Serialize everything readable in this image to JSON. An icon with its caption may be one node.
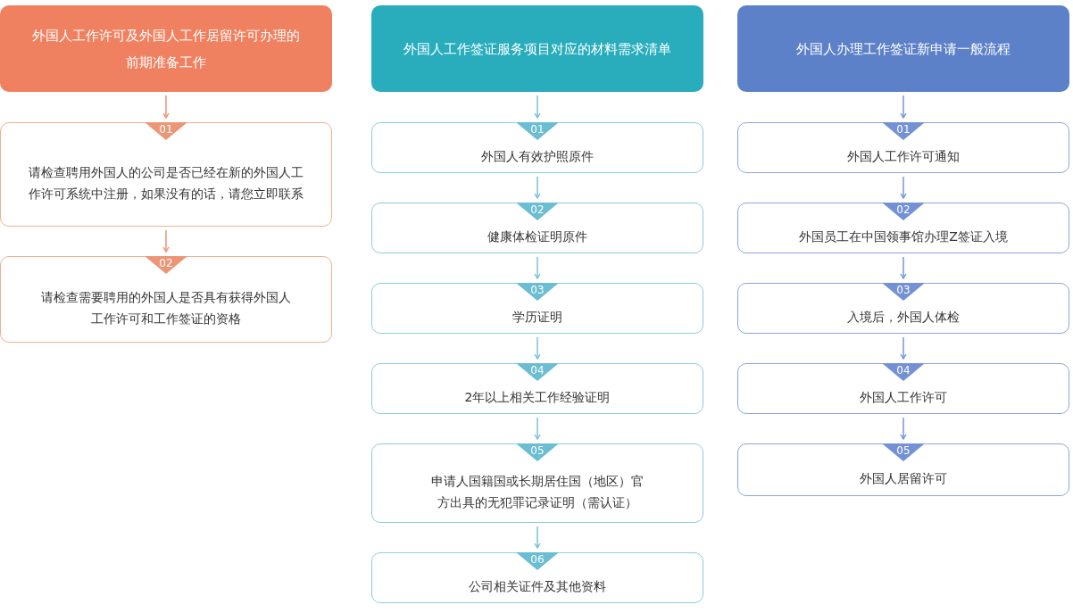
{
  "diagram": {
    "nodes": [
      {
        "text": [
          "外国人工作许可及外国人工作居留许可办理的前期准备工作"
        ]
      },
      {
        "text": [
          "01",
          "请检查聘用外国人的公司是否已经在新的外国人工作许可系统中注册，如果没有的话，请您立即联系"
        ]
      },
      {
        "text": [
          "02",
          "请检查需要聘用的外国人是否具有获得外国人工作许可和工作签证的资格"
        ]
      },
      {
        "text": [
          "外国人工作签证服务项目对应的材料需求清单"
        ]
      },
      {
        "text": [
          "01",
          "外国人有效护照原件"
        ]
      },
      {
        "text": [
          "02",
          "健康体检证明原件"
        ]
      },
      {
        "text": [
          "03",
          "学历证明"
        ]
      },
      {
        "text": [
          "04",
          "2年以上相关工作经验证明"
        ]
      },
      {
        "text": [
          "05",
          "申请人国籍国或长期居住国（地区）官方出具的无犯罪记录证明（需认证）"
        ]
      },
      {
        "text": [
          "06",
          "公司相关证件及其他资料"
        ]
      },
      {
        "text": [
          "外国人办理工作签证新申请一般流程"
        ]
      },
      {
        "text": [
          "01",
          "外国人工作许可通知"
        ]
      },
      {
        "text": [
          "02",
          "外国员工在中国领事馆办理Z签证入境"
        ]
      },
      {
        "text": [
          "03",
          "入境后，外国人体检"
        ]
      },
      {
        "text": [
          "04",
          "外国人工作许可"
        ]
      },
      {
        "text": [
          "05",
          "外国人居留许可"
        ]
      }
    ],
    "edges": [
      {
        "from": 0,
        "to": 1,
        "arrow": "to",
        "color": "#ee8c6b"
      },
      {
        "from": 1,
        "to": 2,
        "arrow": "to",
        "color": "#ee8c6b"
      },
      {
        "from": 3,
        "to": 4,
        "arrow": "to"
      },
      {
        "from": 4,
        "to": 5,
        "arrow": "to"
      },
      {
        "from": 5,
        "to": 6,
        "arrow": "to"
      },
      {
        "from": 6,
        "to": 7,
        "arrow": "to"
      },
      {
        "from": 7,
        "to": 8,
        "arrow": "to"
      },
      {
        "from": 8,
        "to": 9,
        "arrow": "to"
      },
      {
        "from": 10,
        "to": 11,
        "arrow": "to",
        "color": "#6e8ed4"
      },
      {
        "from": 11,
        "to": 12,
        "arrow": "to",
        "color": "#6e8ed4"
      },
      {
        "from": 12,
        "to": 13,
        "arrow": "to",
        "color": "#6e8ed4"
      },
      {
        "from": 13,
        "to": 14,
        "arrow": "to",
        "color": "#6e8ed4"
      },
      {
        "from": 14,
        "to": 15,
        "arrow": "to",
        "color": "#6e8ed4"
      }
    ]
  }
}
